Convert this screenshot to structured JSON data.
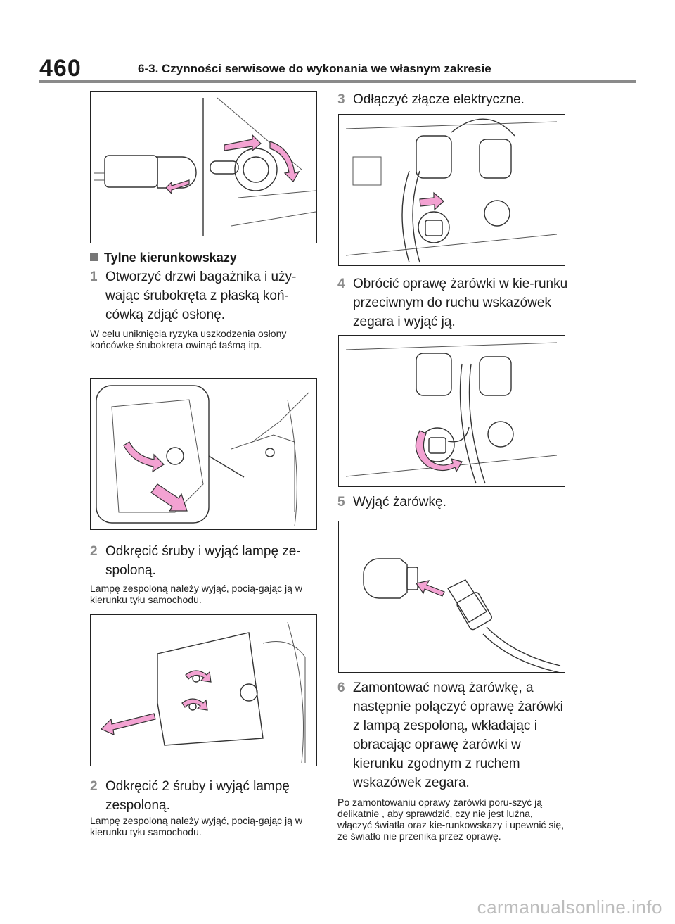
{
  "header": {
    "page_number": "460",
    "chapter": "6-3. Czynności serwisowe do wykonania we własnym zakresie"
  },
  "left": {
    "section_title": "Tylne kierunkowskazy",
    "step1": {
      "num": "1",
      "text": "Otworzyć drzwi bagażnika i uży-wając śrubokręta z płaską koń-cówką zdjąć osłonę."
    },
    "note1": "W celu uniknięcia ryzyka uszkodzenia osłony końcówkę śrubokręta owinąć taśmą itp.",
    "step2a": {
      "num": "2",
      "text": "Odkręcić śruby i wyjąć lampę ze-spoloną."
    },
    "note2a": "Lampę zespoloną należy wyjąć, pocią-gając ją w kierunku tyłu samochodu.",
    "step2b": {
      "num": "2",
      "text": "Odkręcić 2 śruby i wyjąć lampę zespoloną."
    },
    "note2b": "Lampę zespoloną należy wyjąć, pocią-gając ją w kierunku tyłu samochodu."
  },
  "right": {
    "step3": {
      "num": "3",
      "text": "Odłączyć złącze elektryczne."
    },
    "step4": {
      "num": "4",
      "text": "Obrócić oprawę żarówki w kie-runku przeciwnym do ruchu wskazówek zegara i wyjąć ją."
    },
    "step5": {
      "num": "5",
      "text": "Wyjąć żarówkę."
    },
    "step6": {
      "num": "6",
      "text": "Zamontować nową żarówkę, a następnie połączyć oprawę żarówki z lampą zespoloną, wkładając i obracając oprawę żarówki w kierunku zgodnym z ruchem wskazówek zegara."
    },
    "note6": "Po zamontowaniu oprawy żarówki poru-szyć ją delikatnie , aby sprawdzić, czy nie jest luźna, włączyć światła oraz kie-runkowskazy i upewnić się, że światło nie przenika przez oprawę."
  },
  "watermark": "carmanualsonline.info",
  "colors": {
    "accent_pink": "#f3a2d2",
    "step_number": "#8a8a8a",
    "rule": "#8a8a8a"
  }
}
